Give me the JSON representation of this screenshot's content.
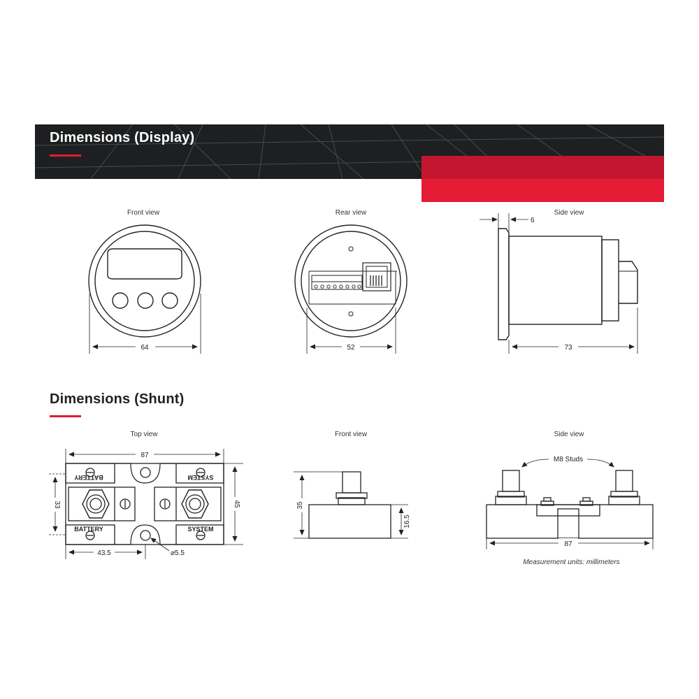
{
  "sections": {
    "display": {
      "title": "Dimensions (Display)",
      "views": {
        "front": {
          "label": "Front view",
          "width": "64"
        },
        "rear": {
          "label": "Rear view",
          "width": "52"
        },
        "side": {
          "label": "Side view",
          "flange": "6",
          "depth": "73"
        }
      }
    },
    "shunt": {
      "title": "Dimensions (Shunt)",
      "views": {
        "top": {
          "label": "Top view",
          "length": "87",
          "inner_height": "33",
          "outer_height": "45",
          "stud_offset": "43.5",
          "hole": "⌀5.5",
          "label_battery": "BATTERY",
          "label_system": "SYSTEM"
        },
        "front": {
          "label": "Front view",
          "height": "35",
          "base_height": "16.5"
        },
        "side": {
          "label": "Side view",
          "studs": "M8 Studs",
          "length": "87"
        }
      },
      "note": "Measurement units: millimeters"
    }
  },
  "colors": {
    "accent": "#e31b34",
    "banner": "#1d1f21",
    "line": "#222222"
  }
}
